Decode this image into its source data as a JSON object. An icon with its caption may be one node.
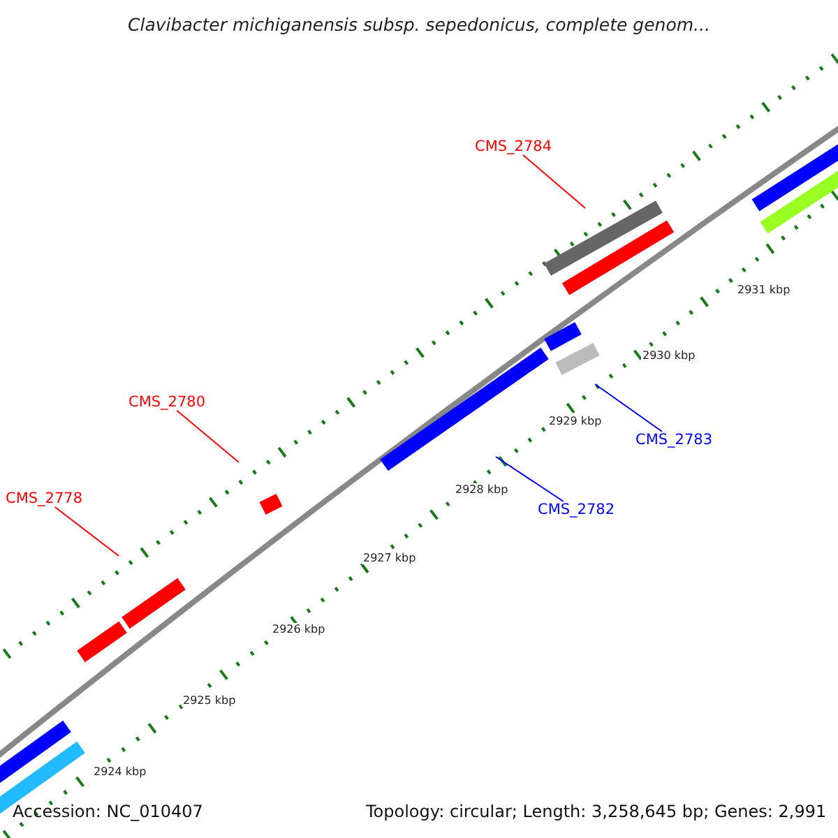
{
  "diagram": {
    "title": "Clavibacter michiganensis subsp. sepedonicus, complete genom...",
    "nodes": [
      {
        "text": [
          "CMS_2784"
        ]
      },
      {
        "text": [
          "CMS_2780"
        ]
      },
      {
        "text": [
          "CMS_2778"
        ]
      },
      {
        "text": [
          "CMS_2783"
        ]
      },
      {
        "text": [
          "CMS_2782"
        ]
      }
    ],
    "edges": [
      {
        "from": 0,
        "to": null,
        "arrow": "none"
      },
      {
        "from": 1,
        "to": null,
        "arrow": "none"
      },
      {
        "from": 2,
        "to": null,
        "arrow": "none"
      },
      {
        "from": 3,
        "to": null,
        "arrow": "none",
        "color": "#0000ff"
      },
      {
        "from": 4,
        "to": null,
        "arrow": "none",
        "color": "#0000ff"
      }
    ],
    "labels": [
      "2931 kbp",
      "2930 kbp",
      "2929 kbp",
      "2928 kbp",
      "2927 kbp",
      "2926 kbp",
      "2925 kbp",
      "2924 kbp",
      "Accession: NC_010407",
      "Topology: circular; Length: 3,258,645 bp; Genes: 2,991"
    ]
  }
}
